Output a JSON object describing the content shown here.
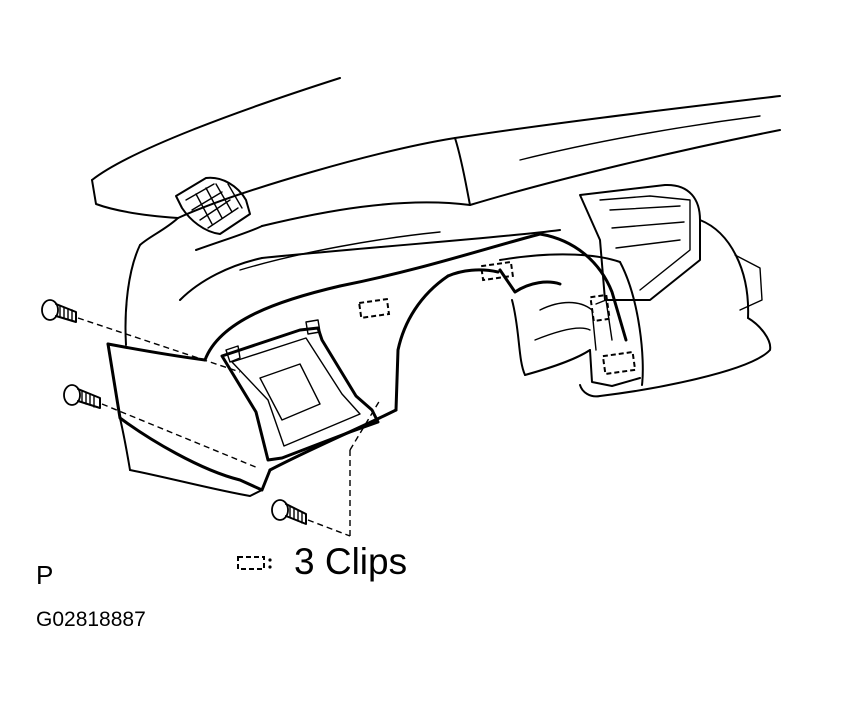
{
  "legend": {
    "symbol": "dashed-rectangle-clip-icon",
    "text": "3 Clips"
  },
  "view_letter": "P",
  "figure_code": "G02818887",
  "icons": [
    "screw-icon",
    "clip-icon",
    "air-vent-icon"
  ]
}
